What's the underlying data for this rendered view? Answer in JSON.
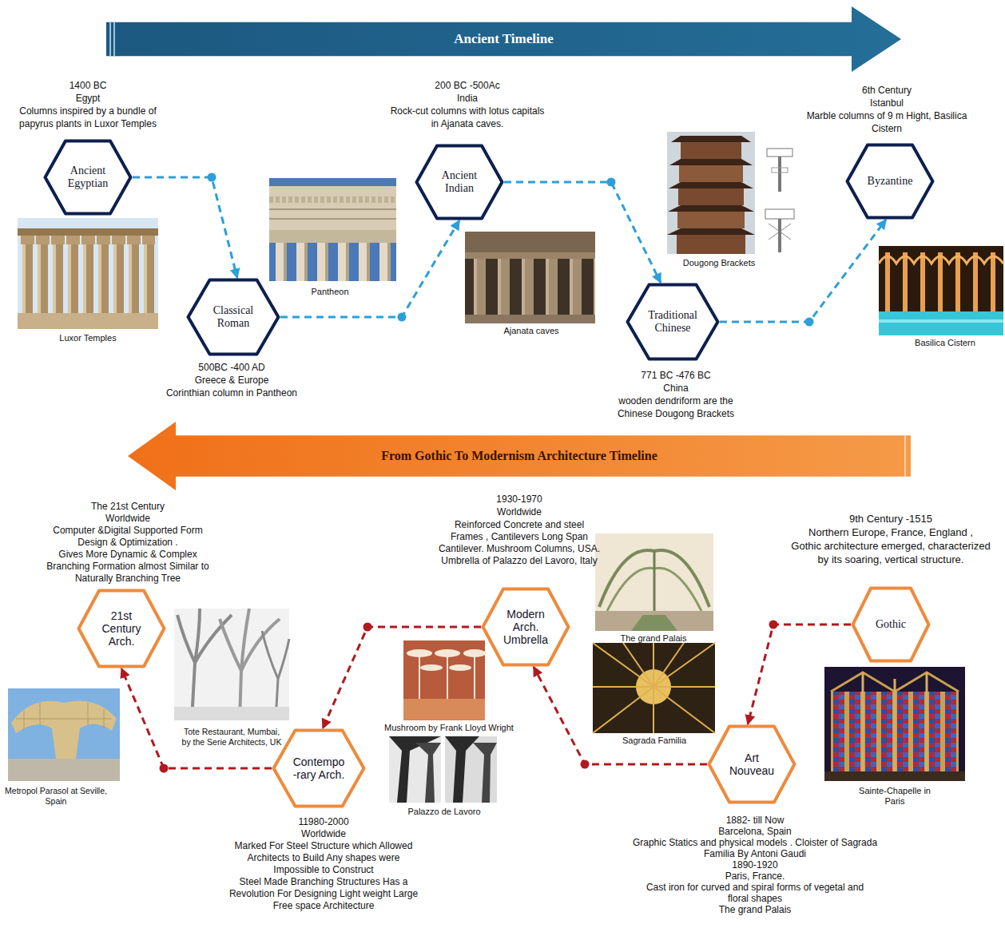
{
  "diagram": {
    "nodes": [
      {
        "text": [
          "Ancient Timeline"
        ]
      },
      {
        "text": [
          "Ancient Egyptian"
        ]
      },
      {
        "text": [
          "Classical Roman"
        ]
      },
      {
        "text": [
          "Ancient Indian"
        ]
      },
      {
        "text": [
          "Traditional Chinese"
        ]
      },
      {
        "text": [
          "Byzantine"
        ]
      },
      {
        "text": [
          "From Gothic To Modernism Architecture Timeline"
        ]
      },
      {
        "text": [
          "Gothic"
        ]
      },
      {
        "text": [
          "Art Nouveau"
        ]
      },
      {
        "text": [
          "Modern Arch. Umbrella"
        ]
      },
      {
        "text": [
          "Contempo -rary Arch."
        ]
      },
      {
        "text": [
          "21st Century Arch."
        ]
      }
    ],
    "edges": [
      {
        "from": 1,
        "to": 2,
        "arrow": "to"
      },
      {
        "from": 2,
        "to": 3,
        "arrow": "to"
      },
      {
        "from": 3,
        "to": 4,
        "arrow": "to"
      },
      {
        "from": 4,
        "to": 5,
        "arrow": "to"
      },
      {
        "from": 7,
        "to": 8,
        "arrow": "to"
      },
      {
        "from": 8,
        "to": 9,
        "arrow": "to"
      },
      {
        "from": 9,
        "to": 10,
        "arrow": "to"
      },
      {
        "from": 10,
        "to": 11,
        "arrow": "to"
      }
    ],
    "labels": [
      "1400 BC",
      "Egypt",
      "Columns inspired by a bundle of papyrus plants in Luxor Temples",
      "Luxor Temples",
      "500BC -400 AD",
      "Greece & Europe",
      "Corinthian column in Pantheon",
      "Pantheon",
      "200 BC -500Ac",
      "India",
      "Rock-cut columns with lotus capitals in Ajanata caves.",
      "Ajanata caves",
      "771 BC -476 BC",
      "China",
      "wooden dendriform are the Chinese Dougong Brackets",
      "Dougong Brackets",
      "6th Century",
      "Istanbul",
      "Marble columns of 9 m Hight, Basilica Cistern",
      "Basilica Cistern",
      "9th Century -1515",
      "Northern Europe, France, England ,",
      "Gothic architecture emerged, characterized by its soaring, vertical structure.",
      "Sainte-Chapelle in Paris",
      "The grand Palais",
      "Sagrada Familia",
      "1882- till Now",
      "Barcelona, Spain",
      "Graphic Statics and physical models . Cloister of Sagrada Familia By Antoni Gaudi",
      "1890-1920",
      "Paris, France.",
      "Cast iron for curved and spiral forms of vegetal and floral shapes",
      "The grand Palais",
      "1930-1970",
      "Worldwide",
      "Reinforced Concrete and steel Frames , Cantilevers Long Span Cantilever. Mushroom Columns, USA. Umbrella of Palazzo del Lavoro, Italy",
      "Mushroom by Frank Lloyd Wright",
      "Palazzo de Lavoro",
      "11980-2000",
      "Worldwide",
      "Marked For Steel Structure which Allowed Architects to Build Any shapes were Impossible to Construct",
      "Steel Made Branching Structures Has a Revolution For Designing Light weight Large Free space Architecture",
      "Tote Restaurant, Mumbai, by the Serie Architects, UK",
      "The 21st Century",
      "Worldwide",
      "Computer &Digital Supported Form Design & Optimization .",
      "Gives More Dynamic & Complex Branching Formation almost Similar to Naturally Branching Tree",
      "Metropol Parasol at Seville, Spain"
    ]
  }
}
